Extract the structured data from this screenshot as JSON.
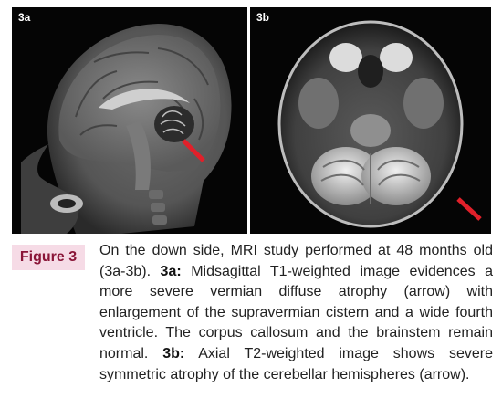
{
  "figure": {
    "badge": "Figure 3",
    "panels": [
      {
        "label": "3a",
        "description_icon": "mri-sagittal-image"
      },
      {
        "label": "3b",
        "description_icon": "mri-axial-image"
      }
    ],
    "caption": {
      "intro": "On the down side, MRI study performed at 48 months old (3a-3b). ",
      "part_a_label": "3a:",
      "part_a_text": " Midsagittal T1-weighted image evidences a more severe vermian diffuse atrophy (arrow) with enlargement of the supravermian cistern and a wide fourth ventricle. The corpus callosum and the brainstem remain normal. ",
      "part_b_label": "3b:",
      "part_b_text": " Axial T2-weighted image shows severe symmetric atrophy of the cerebellar hemispheres (arrow)."
    },
    "colors": {
      "badge_bg": "#f6dbe6",
      "badge_text": "#8a1538",
      "arrow": "#e0202a"
    }
  }
}
